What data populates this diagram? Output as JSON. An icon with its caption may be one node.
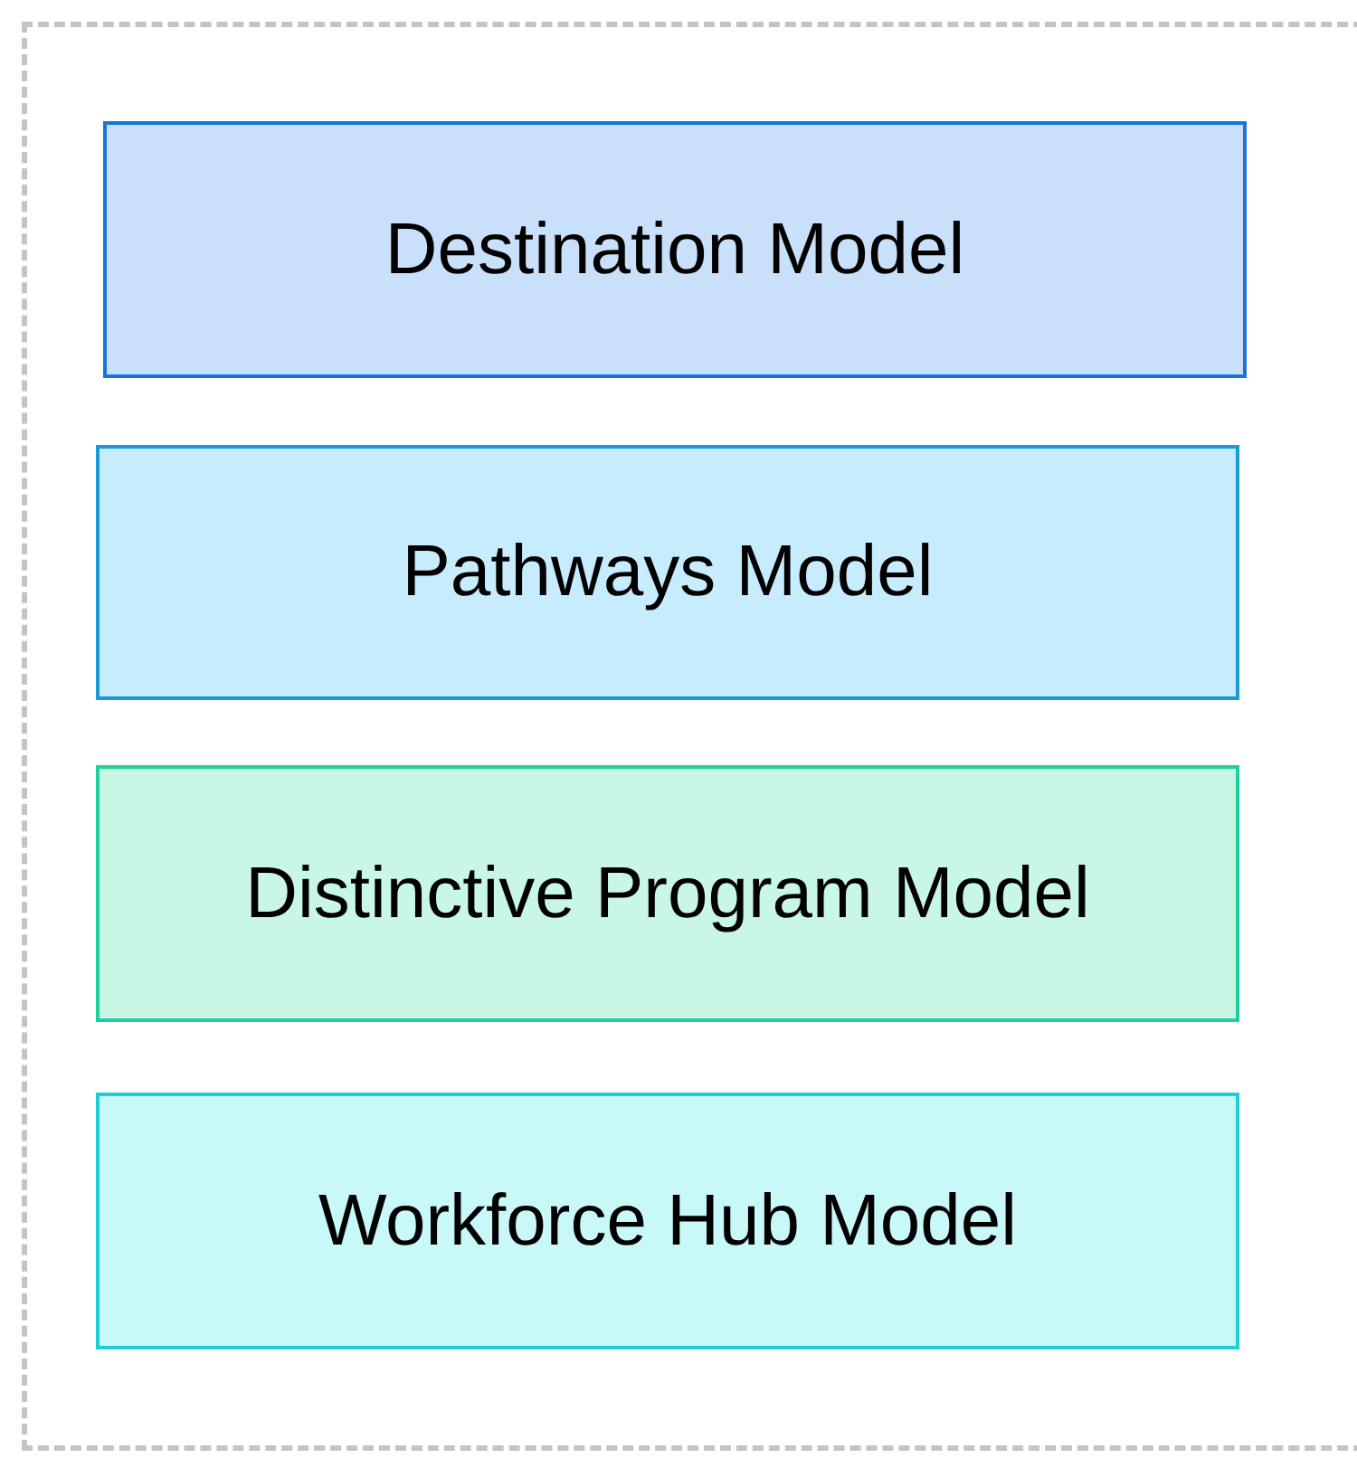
{
  "diagram": {
    "nodes": [
      {
        "text": [
          "Destination Model"
        ]
      },
      {
        "text": [
          "Pathways Model"
        ]
      },
      {
        "text": [
          "Distinctive Program Model"
        ]
      },
      {
        "text": [
          "Workforce Hub Model"
        ]
      }
    ],
    "edges": []
  }
}
